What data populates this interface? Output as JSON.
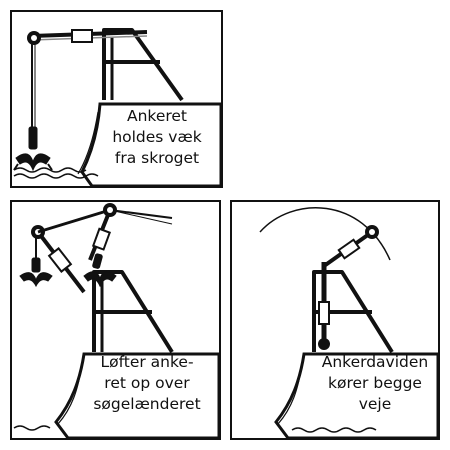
{
  "panels": [
    {
      "id": "top",
      "caption_lines": [
        "Ankeret",
        "holdes væk",
        "fra skroget"
      ]
    },
    {
      "id": "bottom-left",
      "caption_lines": [
        "Løfter anke-",
        "ret op over",
        "søgelænderet"
      ]
    },
    {
      "id": "bottom-right",
      "caption_lines": [
        "Ankerdaviden",
        "kører begge",
        "veje"
      ]
    }
  ]
}
